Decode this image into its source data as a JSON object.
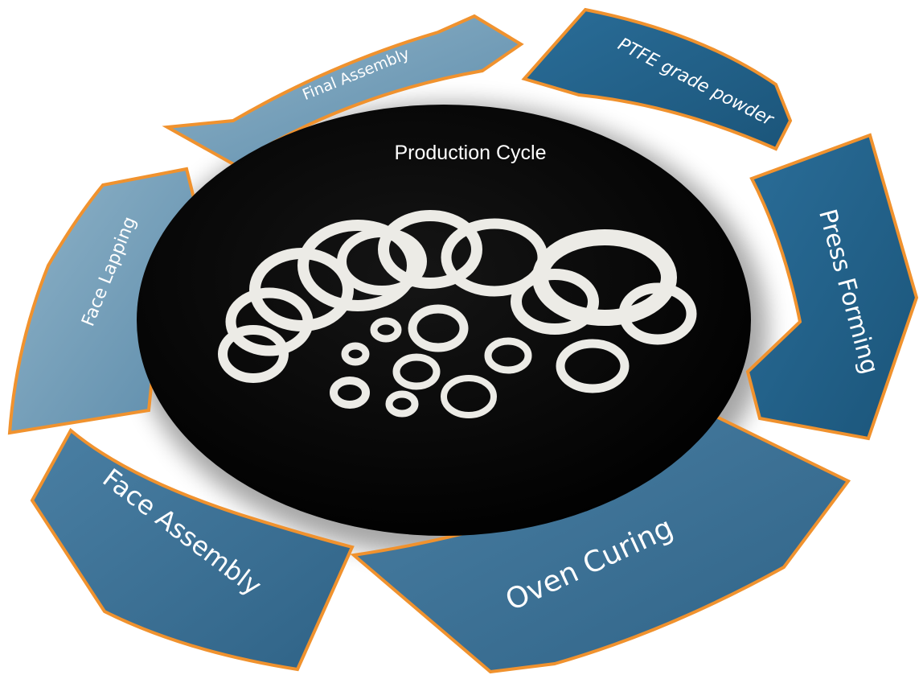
{
  "diagram": {
    "center_title": "Production Cycle",
    "colors": {
      "outline": "#f0922e",
      "dark_blue": "#22628a",
      "mid_blue": "#3c7095",
      "light_blue": "#7ea7bf",
      "center_fill": "#060606",
      "ring": "#ecebe6"
    },
    "steps": [
      {
        "label": "PTFE grade powder"
      },
      {
        "label": "Press Forming"
      },
      {
        "label": "Oven Curing"
      },
      {
        "label": "Face Assembly"
      },
      {
        "label": "Face Lapping"
      },
      {
        "label": "Final Assembly"
      }
    ]
  }
}
